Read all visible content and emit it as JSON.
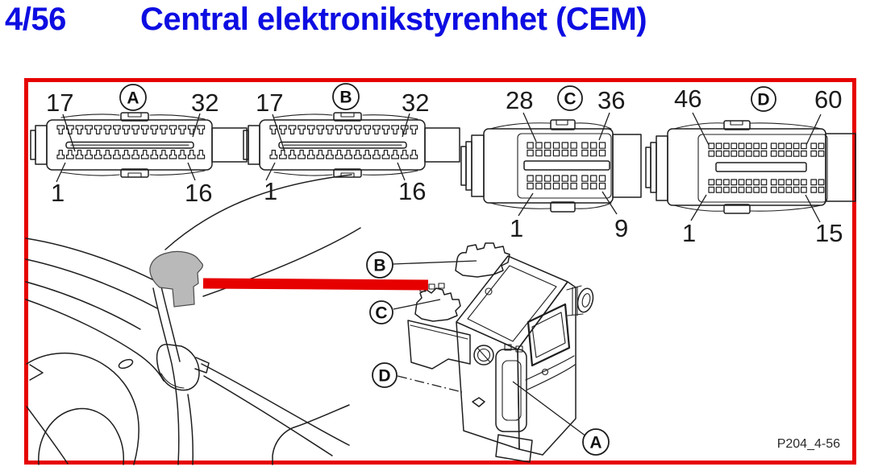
{
  "page": {
    "section_number": "4/56",
    "title": "Central elektronikstyrenhet (CEM)",
    "figure_ref": "P204_4-56"
  },
  "theme": {
    "title_blue": "#0d0de2",
    "frame_red": "#e60000",
    "line_dark": "#1f1f1f",
    "highlight_gray": "#b9b9b9"
  },
  "connectors": [
    {
      "id": "a",
      "letter": "A",
      "style": "blade",
      "pins_total": 32,
      "columns": 16,
      "top_left_pin": "17",
      "top_right_pin": "32",
      "bottom_left_pin": "1",
      "bottom_right_pin": "16"
    },
    {
      "id": "b",
      "letter": "B",
      "style": "blade",
      "pins_total": 32,
      "columns": 16,
      "top_left_pin": "17",
      "top_right_pin": "32",
      "bottom_left_pin": "1",
      "bottom_right_pin": "16"
    },
    {
      "id": "c",
      "letter": "C",
      "style": "grid",
      "pins_total": 36,
      "columns": 9,
      "top_left_pin": "28",
      "top_right_pin": "36",
      "bottom_left_pin": "1",
      "bottom_right_pin": "9"
    },
    {
      "id": "d",
      "letter": "D",
      "style": "grid",
      "pins_total": 60,
      "columns": 15,
      "top_left_pin": "46",
      "top_right_pin": "60",
      "bottom_left_pin": "1",
      "bottom_right_pin": "15"
    }
  ],
  "module": {
    "callouts": [
      {
        "label": "B"
      },
      {
        "label": "C"
      },
      {
        "label": "D"
      },
      {
        "label": "A"
      }
    ]
  }
}
